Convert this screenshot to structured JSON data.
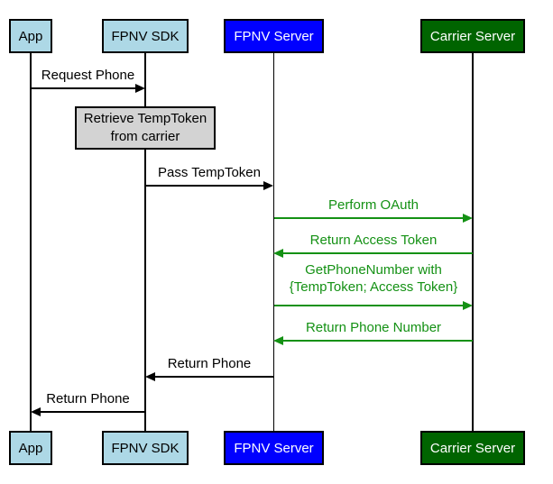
{
  "diagram": {
    "type": "sequence-diagram",
    "colors": {
      "actor_light": "#ADD8E6",
      "actor_fpnv_server": "#0000FF",
      "actor_carrier_server": "#006400",
      "note_fill": "#D3D3D3",
      "message_black": "#000000",
      "message_green": "#149114",
      "border": "#000000",
      "background": "#FFFFFF"
    },
    "actors": [
      {
        "label": "App",
        "fill": "#ADD8E6"
      },
      {
        "label": "FPNV SDK",
        "fill": "#ADD8E6"
      },
      {
        "label": "FPNV Server",
        "fill": "#0000FF"
      },
      {
        "label": "Carrier Server",
        "fill": "#006400"
      }
    ],
    "note": {
      "text": "Retrieve TempToken from carrier",
      "attached_to": "FPNV SDK"
    },
    "messages": [
      {
        "label": "Request Phone",
        "from": "App",
        "to": "FPNV SDK",
        "color": "#000000",
        "direction": "right"
      },
      {
        "label": "Pass TempToken",
        "from": "FPNV SDK",
        "to": "FPNV Server",
        "color": "#000000",
        "direction": "right"
      },
      {
        "label": "Perform OAuth",
        "from": "FPNV Server",
        "to": "Carrier Server",
        "color": "#149114",
        "direction": "right"
      },
      {
        "label": "Return Access Token",
        "from": "Carrier Server",
        "to": "FPNV Server",
        "color": "#149114",
        "direction": "left"
      },
      {
        "label": "GetPhoneNumber with {TempToken; Access Token}",
        "from": "FPNV Server",
        "to": "Carrier Server",
        "color": "#149114",
        "direction": "right"
      },
      {
        "label": "Return Phone Number",
        "from": "Carrier Server",
        "to": "FPNV Server",
        "color": "#149114",
        "direction": "left"
      },
      {
        "label": "Return Phone",
        "from": "FPNV Server",
        "to": "FPNV SDK",
        "color": "#000000",
        "direction": "left"
      },
      {
        "label": "Return Phone",
        "from": "FPNV SDK",
        "to": "App",
        "color": "#000000",
        "direction": "left"
      }
    ]
  }
}
